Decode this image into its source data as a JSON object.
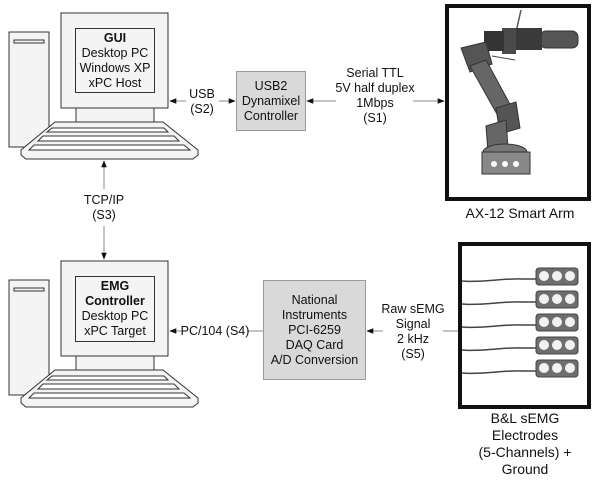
{
  "gui_computer": {
    "title": "GUI",
    "lines": [
      "Desktop PC",
      "Windows XP",
      "xPC Host"
    ]
  },
  "emg_computer": {
    "title_lines": [
      "EMG",
      "Controller"
    ],
    "lines": [
      "Desktop PC",
      "xPC Target"
    ]
  },
  "usb2_controller": {
    "lines": [
      "USB2",
      "Dynamixel",
      "Controller"
    ]
  },
  "daq_card": {
    "lines": [
      "National",
      "Instruments",
      "PCI-6259",
      "DAQ Card",
      "A/D Conversion"
    ]
  },
  "links": {
    "usb": [
      "USB",
      "(S2)"
    ],
    "serial": [
      "Serial TTL",
      "5V half duplex",
      "1Mbps",
      "(S1)"
    ],
    "tcpip": [
      "TCP/IP",
      "(S3)"
    ],
    "pc104": "PC/104 (S4)",
    "raw_semg": [
      "Raw sEMG",
      "Signal",
      "2 kHz",
      "(S5)"
    ]
  },
  "robot_arm": {
    "caption": "AX-12 Smart Arm"
  },
  "electrodes": {
    "caption_lines": [
      "B&L sEMG",
      "Electrodes",
      "(5-Channels) +",
      "Ground"
    ],
    "channel_count": 5
  },
  "colors": {
    "box_fill": "#d9d9d9",
    "screen_fill": "#f4f4f4",
    "line": "#888888",
    "frame": "#111111"
  }
}
